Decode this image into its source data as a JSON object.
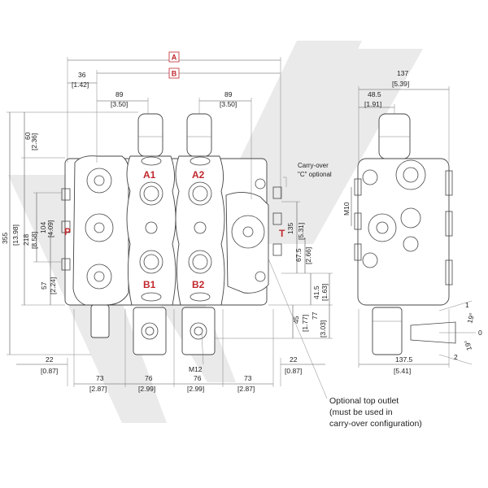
{
  "colors": {
    "accent_red": "#c0282d",
    "watermark": "#d9d9d9",
    "line": "#444444"
  },
  "dimensions": {
    "A": "A",
    "B": "B",
    "d36": "36",
    "d36_in": "[1.42]",
    "d89a": "89",
    "d89a_in": "[3.50]",
    "d89b": "89",
    "d89b_in": "[3.50]",
    "d60": "60",
    "d60_in": "[2.36]",
    "d355": "355",
    "d355_in": "[13.98]",
    "d218": "218",
    "d218_in": "[8.58]",
    "d104": "104",
    "d104_in": "[4.09]",
    "d57": "57",
    "d57_in": "[2.24]",
    "d22l": "22",
    "d22l_in": "[0.87]",
    "d22r": "22",
    "d22r_in": "[0.87]",
    "d73a": "73",
    "d73a_in": "[2.87]",
    "d76a": "76",
    "d76a_in": "[2.99]",
    "d76b": "76",
    "d76b_in": "[2.99]",
    "d73b": "73",
    "d73b_in": "[2.87]",
    "d135": "135",
    "d135_in": "[5.31]",
    "d675": "67.5",
    "d675_in": "[2.66]",
    "d415": "41.5",
    "d415_in": "[1.63]",
    "d45": "45",
    "d45_in": "[1.77]",
    "d77": "77",
    "d77_in": "[3.03]",
    "m10": "M10",
    "m12": "M12",
    "d137": "137",
    "d137_in": "[5.39]",
    "d485": "48.5",
    "d485_in": "[1.91]",
    "d1375": "137.5",
    "d1375_in": "[5.41]",
    "ang_top": "19°",
    "ang_bot": "19°",
    "pos1": "1",
    "pos0": "0",
    "pos2": "2"
  },
  "ports": {
    "A1": "A1",
    "A2": "A2",
    "B1": "B1",
    "B2": "B2",
    "P": "P",
    "T": "T"
  },
  "notes": {
    "carry_over_line1": "Carry-over",
    "carry_over_line2": "\"C\" optional",
    "optional_outlet_line1": "Optional top outlet",
    "optional_outlet_line2": "(must be used in",
    "optional_outlet_line3": "carry-over configuration)"
  }
}
